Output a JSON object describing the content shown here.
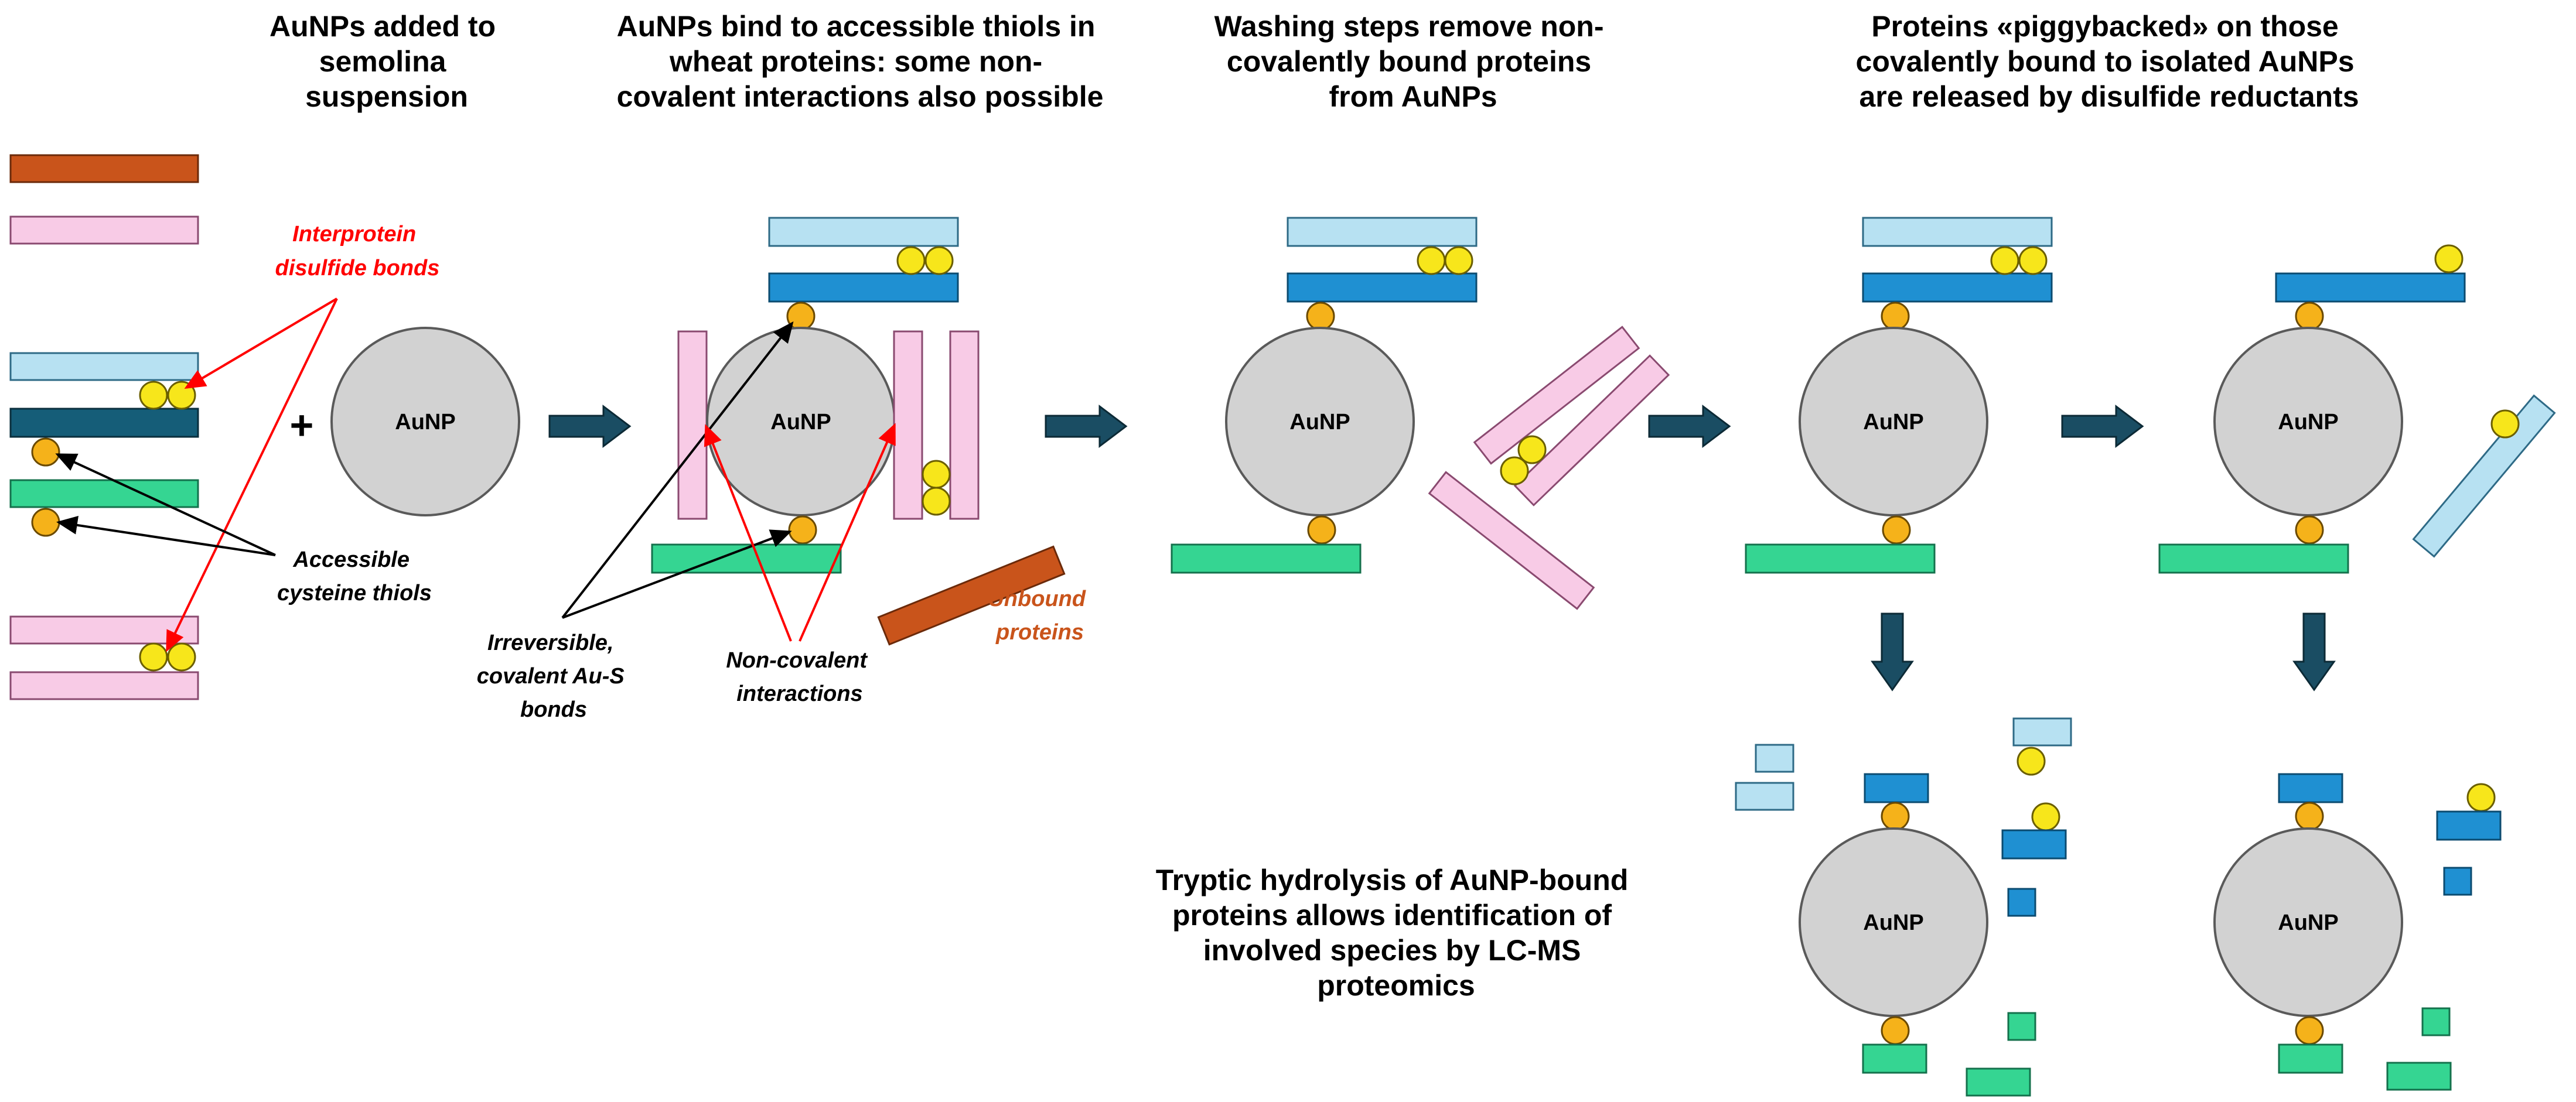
{
  "colors": {
    "light_blue": "#b7e1f2",
    "dark_teal": "#155d78",
    "medium_blue": "#1f90d2",
    "green": "#35d592",
    "pink": "#f8cbe6",
    "orange": "#c9541b",
    "thiol_orange": "#f5b21a",
    "disulfide_yellow": "#f7e61b",
    "nanoparticle_gray": "#d2d2d2",
    "flow_arrow": "#1a4d63",
    "red_annotation": "#ff0000",
    "unbound_label": "#c9541b"
  },
  "stages": [
    {
      "title": [
        "AuNPs added to",
        "semolina",
        "suspension"
      ]
    },
    {
      "title": [
        "AuNPs bind to accessible thiols in",
        "wheat proteins: some non-",
        "covalent interactions also possible"
      ]
    },
    {
      "title": [
        "Washing steps remove non-",
        "covalently bound proteins",
        "from AuNPs"
      ]
    },
    {
      "title": [
        "Proteins «piggybacked» on those",
        "covalently bound to isolated AuNPs",
        "are released by disulfide reductants"
      ]
    }
  ],
  "nanoparticle_label": "AuNP",
  "plus_sign": "+",
  "annotations": {
    "interprotein": [
      "Interprotein",
      "disulfide bonds"
    ],
    "accessible": [
      "Accessible",
      "cysteine thiols"
    ],
    "irreversible": [
      "Irreversible,",
      "covalent Au-S",
      "bonds"
    ],
    "noncovalent": [
      "Non-covalent",
      "interactions"
    ],
    "unbound": [
      "Unbound",
      "proteins"
    ]
  },
  "tryptic_note": [
    "Tryptic hydrolysis of AuNP-bound",
    "proteins allows identification of",
    "involved species by LC-MS",
    "proteomics"
  ]
}
